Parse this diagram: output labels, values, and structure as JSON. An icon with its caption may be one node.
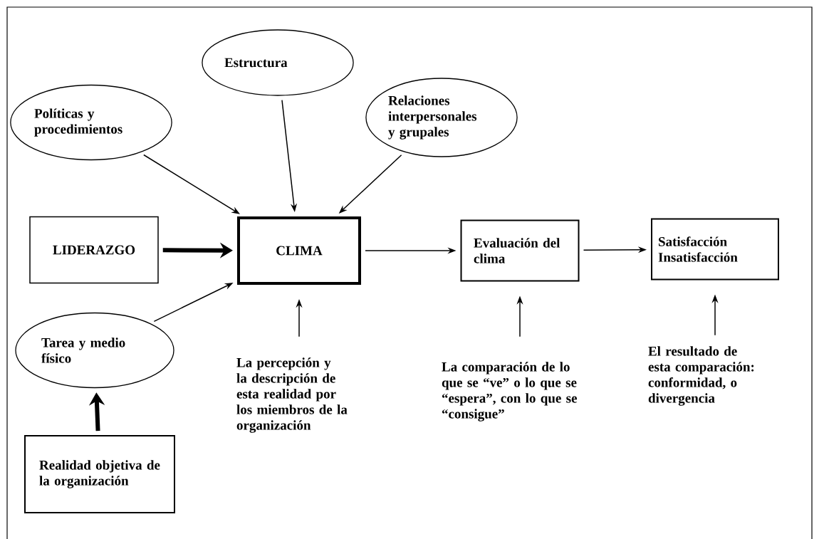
{
  "diagram": {
    "nodes": [
      {
        "text": [
          "Estructura"
        ]
      },
      {
        "text": [
          "Políticas y procedimientos"
        ]
      },
      {
        "text": [
          "Relaciones interpersonales y grupales"
        ]
      },
      {
        "text": [
          "LIDERAZGO"
        ]
      },
      {
        "text": [
          "CLIMA"
        ]
      },
      {
        "text": [
          "Evaluación del clima"
        ]
      },
      {
        "text": [
          "Satisfacción Insatisfacción"
        ]
      },
      {
        "text": [
          "Tarea y medio físico"
        ]
      },
      {
        "text": [
          "La percepción y la descripción de esta realidad por los miembros de la organización"
        ]
      },
      {
        "text": [
          "La comparación de lo que se “ve” o lo que se “espera”, con lo que se “consigue”"
        ]
      },
      {
        "text": [
          "El resultado de esta comparación: conformidad, o divergencia"
        ]
      },
      {
        "text": [
          "Realidad objetiva de la organización"
        ]
      }
    ],
    "edges": [
      {
        "from": 1,
        "to": 4,
        "arrow": "to"
      },
      {
        "from": 0,
        "to": 4,
        "arrow": "to"
      },
      {
        "from": 2,
        "to": 4,
        "arrow": "to"
      },
      {
        "from": 3,
        "to": 4,
        "arrow": "to",
        "style": "thick"
      },
      {
        "from": 4,
        "to": 5,
        "arrow": "to"
      },
      {
        "from": 5,
        "to": 6,
        "arrow": "to"
      },
      {
        "from": 7,
        "to": 4,
        "arrow": "to"
      },
      {
        "from": 8,
        "to": 4,
        "arrow": "to"
      },
      {
        "from": 9,
        "to": 5,
        "arrow": "to"
      },
      {
        "from": 10,
        "to": 6,
        "arrow": "to"
      },
      {
        "from": 11,
        "to": 7,
        "arrow": "to",
        "style": "thick"
      }
    ]
  }
}
